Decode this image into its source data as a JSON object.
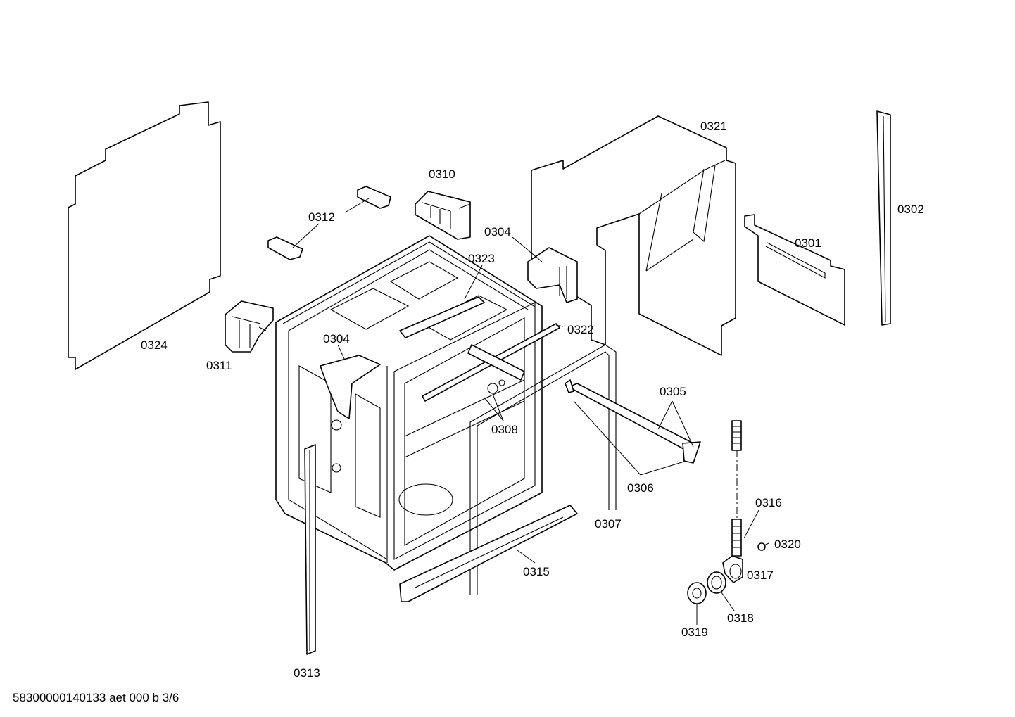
{
  "labels": {
    "p0301": "0301",
    "p0302": "0302",
    "p0304a": "0304",
    "p0304b": "0304",
    "p0305": "0305",
    "p0306": "0306",
    "p0307": "0307",
    "p0308": "0308",
    "p0310": "0310",
    "p0311": "0311",
    "p0312": "0312",
    "p0313": "0313",
    "p0315": "0315",
    "p0316": "0316",
    "p0317": "0317",
    "p0318": "0318",
    "p0319": "0319",
    "p0320": "0320",
    "p0321": "0321",
    "p0322": "0322",
    "p0323": "0323",
    "p0324": "0324"
  },
  "footer": "58300000140133 aet 000 b 3/6"
}
